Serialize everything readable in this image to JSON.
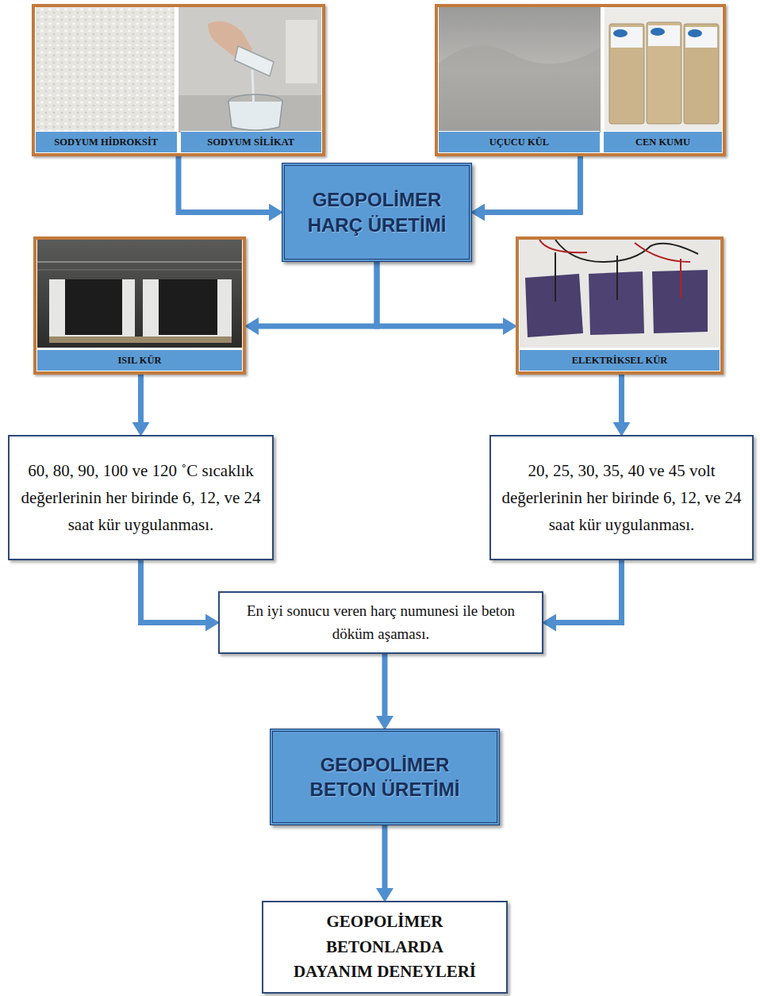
{
  "diagram": {
    "nodes": [
      {
        "text": [
          "SODYUM HİDROKSİT",
          "SODYUM SİLİKAT"
        ]
      },
      {
        "text": [
          "UÇUCU KÜL",
          "CEN KUMU"
        ]
      },
      {
        "text": [
          "GEOPOLİMER HARÇ ÜRETİMİ"
        ]
      },
      {
        "text": [
          "ISIL KÜR"
        ]
      },
      {
        "text": [
          "ELEKTRİKSEL KÜR"
        ]
      },
      {
        "text": [
          "60, 80, 90, 100 ve 120 ˚C sıcaklık değerlerinin her birinde 6, 12, ve 24 saat kür uygulanması."
        ]
      },
      {
        "text": [
          "20, 25, 30, 35, 40 ve 45 volt değerlerinin her birinde 6, 12, ve 24 saat kür uygulanması."
        ]
      },
      {
        "text": [
          "En iyi sonucu veren harç numunesi ile beton döküm aşaması."
        ]
      },
      {
        "text": [
          "GEOPOLİMER BETON ÜRETİMİ"
        ]
      },
      {
        "text": [
          "GEOPOLİMER BETONLARDA DAYANIM DENEYLERİ"
        ]
      }
    ],
    "edges": [
      {
        "from": 0,
        "to": 2,
        "arrow": "to"
      },
      {
        "from": 1,
        "to": 2,
        "arrow": "to"
      },
      {
        "from": 2,
        "to": 3,
        "arrow": "to"
      },
      {
        "from": 2,
        "to": 4,
        "arrow": "to"
      },
      {
        "from": 3,
        "to": 5,
        "arrow": "to"
      },
      {
        "from": 4,
        "to": 6,
        "arrow": "to"
      },
      {
        "from": 5,
        "to": 7,
        "arrow": "to"
      },
      {
        "from": 6,
        "to": 7,
        "arrow": "to"
      },
      {
        "from": 7,
        "to": 8,
        "arrow": "to"
      },
      {
        "from": 8,
        "to": 9,
        "arrow": "to"
      }
    ]
  }
}
